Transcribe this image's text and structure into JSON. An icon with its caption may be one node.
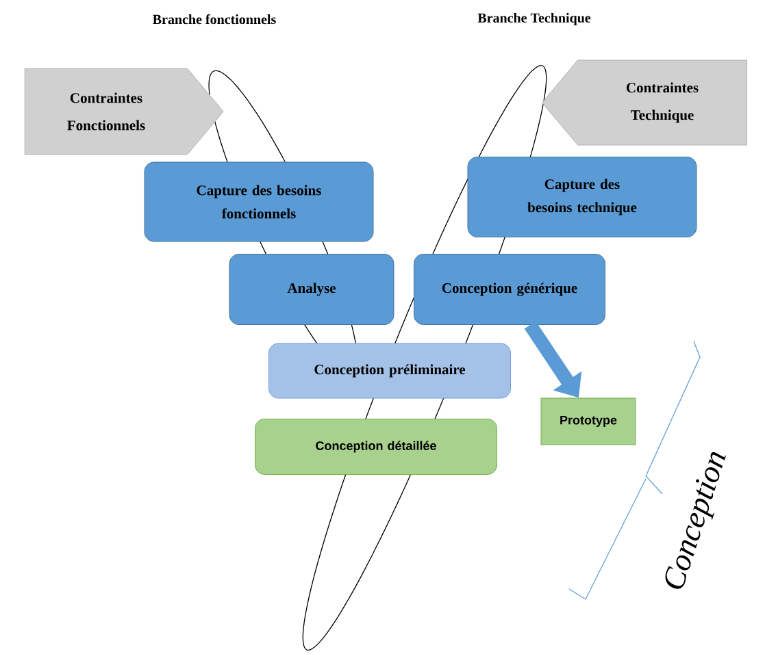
{
  "diagram": {
    "nodes": [
      {
        "text": [
          "Contraintes Fonctionnels"
        ]
      },
      {
        "text": [
          "Contraintes Technique"
        ]
      },
      {
        "text": [
          "Capture des besoins fonctionnels"
        ]
      },
      {
        "text": [
          "Capture des besoins technique"
        ]
      },
      {
        "text": [
          "Analyse"
        ]
      },
      {
        "text": [
          "Conception générique"
        ]
      },
      {
        "text": [
          "Conception préliminaire"
        ]
      },
      {
        "text": [
          "Conception détaillée"
        ]
      },
      {
        "text": [
          "Prototype"
        ]
      }
    ],
    "edges": [
      {
        "from": 5,
        "to": 8,
        "arrow": "to"
      }
    ],
    "labels": [
      "Branche fonctionnels",
      "Branche Technique",
      "Conception"
    ]
  }
}
